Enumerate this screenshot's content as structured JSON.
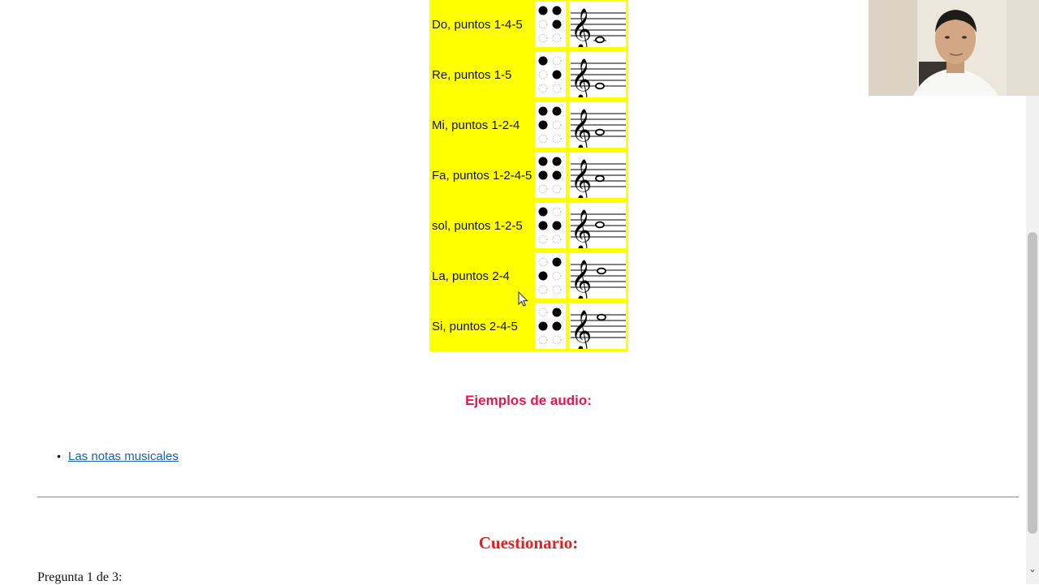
{
  "notes": [
    {
      "label": "Do, puntos 1-4-5",
      "dots": [
        1,
        4,
        5
      ]
    },
    {
      "label": "Re, puntos 1-5",
      "dots": [
        1,
        5
      ]
    },
    {
      "label": "Mi, puntos 1-2-4",
      "dots": [
        1,
        2,
        4
      ]
    },
    {
      "label": "Fa, puntos 1-2-4-5",
      "dots": [
        1,
        2,
        4,
        5
      ]
    },
    {
      "label": "sol, puntos 1-2-5",
      "dots": [
        1,
        2,
        5
      ]
    },
    {
      "label": "La, puntos 2-4",
      "dots": [
        2,
        4
      ]
    },
    {
      "label": "Si, puntos 2-4-5",
      "dots": [
        2,
        4,
        5
      ]
    }
  ],
  "audio_section": {
    "heading": "Ejemplos de audio:",
    "links": [
      "Las notas musicales"
    ]
  },
  "quiz": {
    "heading": "Cuestionario:",
    "question_counter": "Pregunta 1 de 3:"
  },
  "colors": {
    "table_bg": "#ffff00",
    "audio_heading": "#e3174a",
    "quiz_heading": "#e0201e",
    "link": "#1a5fb4"
  },
  "icons": {
    "treble_clef": "treble-clef-icon",
    "whole_note": "whole-note-icon",
    "cursor": "mouse-pointer-icon",
    "scroll_down": "chevron-down-icon"
  }
}
